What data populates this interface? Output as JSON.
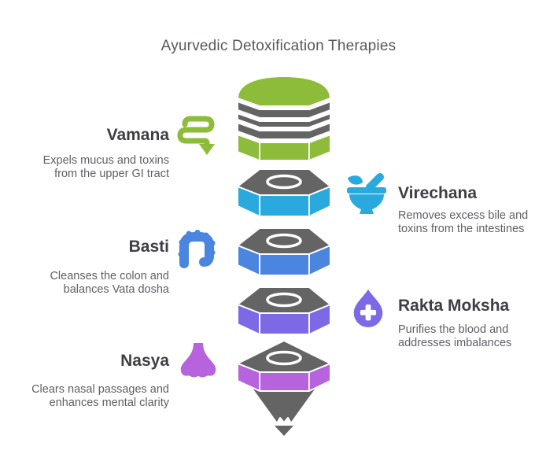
{
  "title": "Ayurvedic Detoxification Therapies",
  "colors": {
    "vamana_green": "#8dbb3a",
    "virechana_cyan": "#29a9de",
    "basti_blue": "#4a85e0",
    "rakta_purple": "#7d68e6",
    "nasya_magenta": "#b763de",
    "funnel_gray": "#646464",
    "title_text": "#57585a",
    "heading_text": "#3e3e45",
    "description_text": "#606066",
    "background": "#ffffff"
  },
  "items": [
    {
      "name": "Vamana",
      "description": "Expels mucus and toxins\nfrom the upper GI tract",
      "side": "left",
      "color": "#8dbb3a",
      "icon": "zigzag-arrow-icon"
    },
    {
      "name": "Virechana",
      "description": "Removes excess bile and\ntoxins from the intestines",
      "side": "right",
      "color": "#29a9de",
      "icon": "mortar-pestle-icon"
    },
    {
      "name": "Basti",
      "description": "Cleanses the colon and\nbalances Vata dosha",
      "side": "left",
      "color": "#4a85e0",
      "icon": "colon-icon"
    },
    {
      "name": "Rakta Moksha",
      "description": "Purifies the blood and\naddresses imbalances",
      "side": "right",
      "color": "#7d68e6",
      "icon": "blood-drop-icon"
    },
    {
      "name": "Nasya",
      "description": "Clears nasal passages and\nenhances mental clarity",
      "side": "left",
      "color": "#b763de",
      "icon": "nose-icon"
    }
  ]
}
